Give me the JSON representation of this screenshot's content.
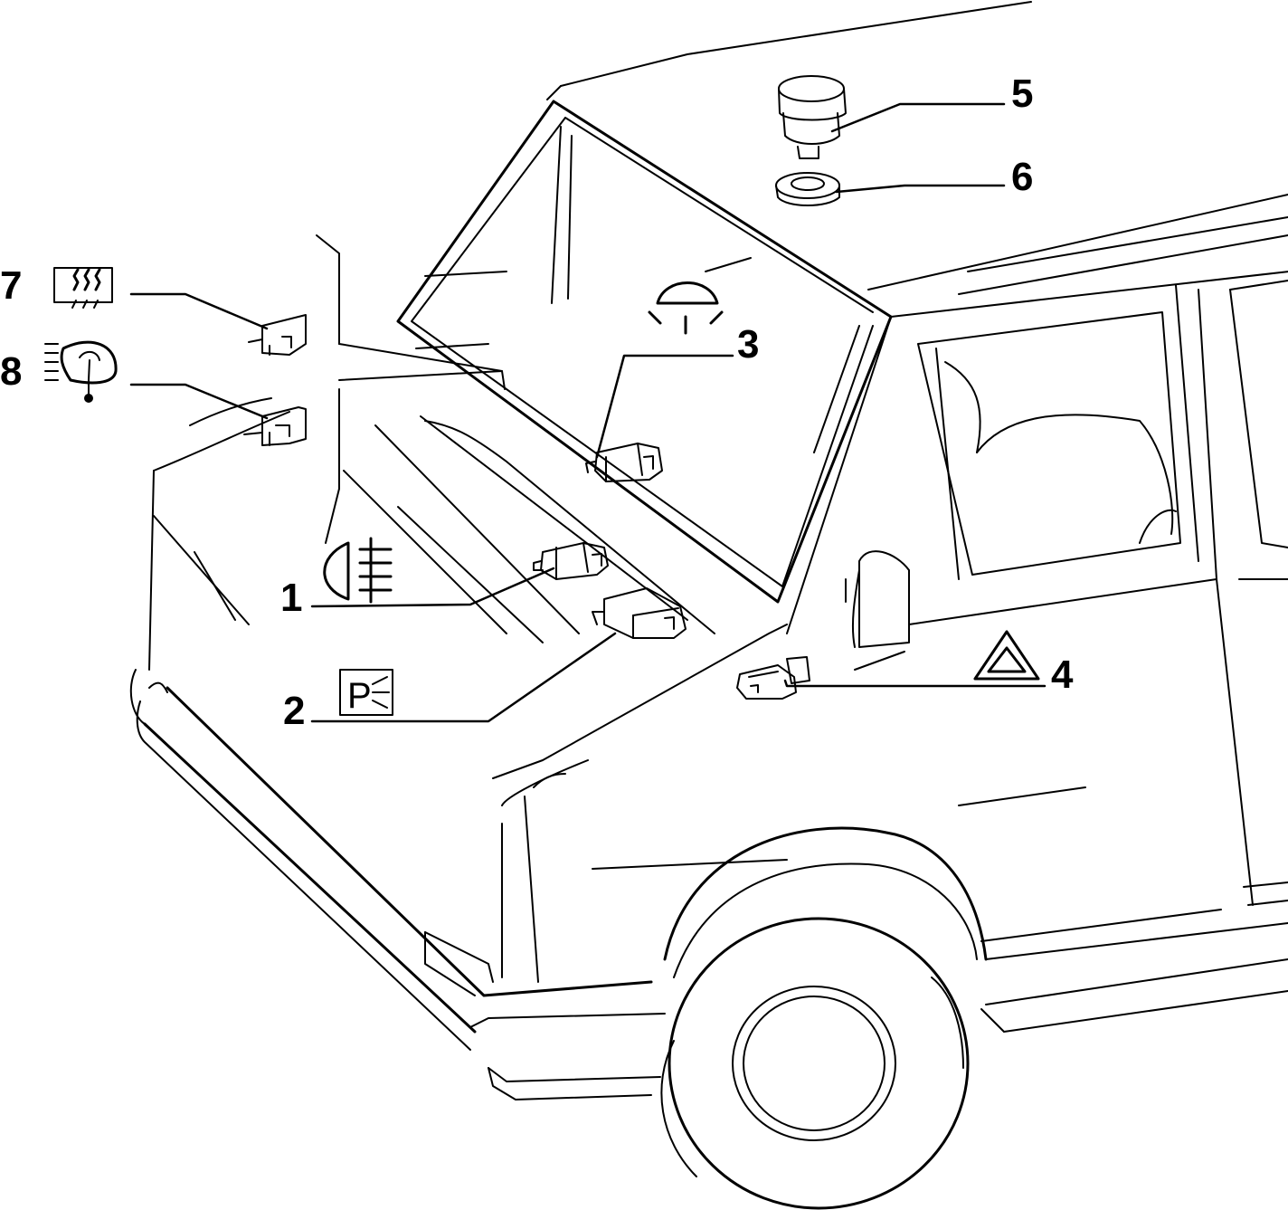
{
  "callouts": [
    {
      "number": "1",
      "symbol": "fog-light-symbol"
    },
    {
      "number": "2",
      "symbol": "parking-light-symbol"
    },
    {
      "number": "3",
      "symbol": "interior-light-symbol"
    },
    {
      "number": "4",
      "symbol": "hazard-warning-symbol"
    },
    {
      "number": "5",
      "symbol": "push-button-part"
    },
    {
      "number": "6",
      "symbol": "ring-nut-part"
    },
    {
      "number": "7",
      "symbol": "rear-window-heater-symbol"
    },
    {
      "number": "8",
      "symbol": "rear-wiper-washer-symbol"
    }
  ],
  "symbols": {
    "parking_light_letter": "P"
  },
  "colors": {
    "line": "#000000",
    "background": "#ffffff"
  }
}
